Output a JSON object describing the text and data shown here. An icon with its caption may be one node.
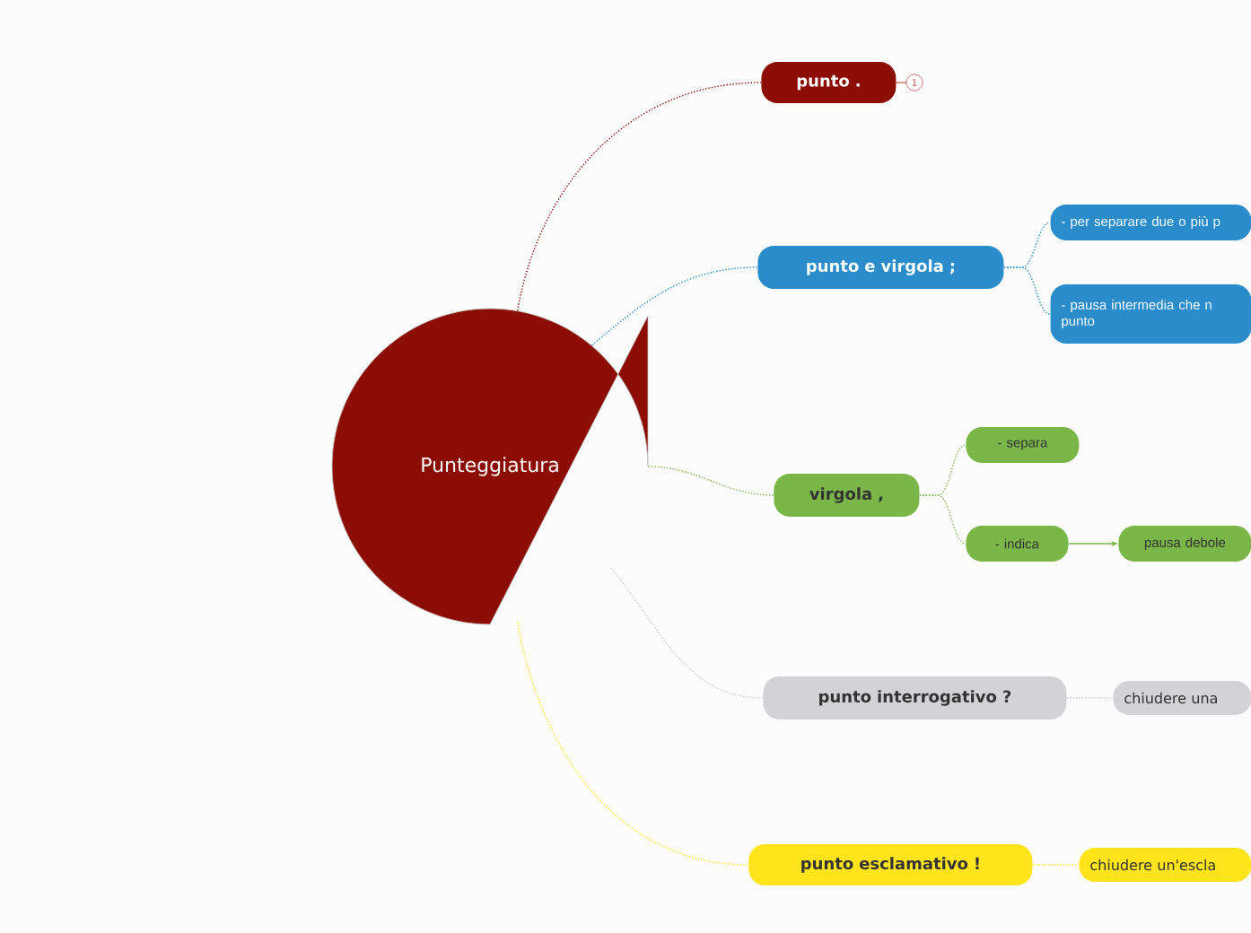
{
  "diagram": {
    "nodes": [
      {
        "text": [
          "Punteggiatura"
        ]
      },
      {
        "text": [
          "punto ."
        ]
      },
      {
        "text": [
          "punto e virgola ;"
        ]
      },
      {
        "text": [
          "- per separare due o più p"
        ]
      },
      {
        "text": [
          "- pausa intermedia che n punto"
        ]
      },
      {
        "text": [
          "virgola ,"
        ]
      },
      {
        "text": [
          "- separa"
        ]
      },
      {
        "text": [
          "- indica"
        ]
      },
      {
        "text": [
          "pausa debole"
        ]
      },
      {
        "text": [
          "punto interrogativo ?"
        ]
      },
      {
        "text": [
          "chiudere una"
        ]
      },
      {
        "text": [
          "punto esclamativo !"
        ]
      },
      {
        "text": [
          "chiudere un'escla"
        ]
      }
    ],
    "edges": [
      {
        "from": 0,
        "to": 1,
        "arrow": "none",
        "style": "dashed",
        "color": "#8b0d03"
      },
      {
        "from": 0,
        "to": 2,
        "arrow": "none",
        "style": "dashed",
        "color": "#2a8ccb"
      },
      {
        "from": 2,
        "to": 3,
        "arrow": "none",
        "style": "dashed",
        "color": "#2a8ccb"
      },
      {
        "from": 2,
        "to": 4,
        "arrow": "none",
        "style": "dashed",
        "color": "#2a8ccb"
      },
      {
        "from": 0,
        "to": 5,
        "arrow": "none",
        "style": "dashed",
        "color": "#7ab648"
      },
      {
        "from": 5,
        "to": 6,
        "arrow": "none",
        "style": "dashed",
        "color": "#7ab648"
      },
      {
        "from": 5,
        "to": 7,
        "arrow": "none",
        "style": "dashed",
        "color": "#7ab648"
      },
      {
        "from": 7,
        "to": 8,
        "arrow": "to",
        "color": "#7ab648"
      },
      {
        "from": 0,
        "to": 9,
        "arrow": "none",
        "style": "dashed",
        "color": "#c8c8c8"
      },
      {
        "from": 9,
        "to": 10,
        "arrow": "none",
        "style": "dashed",
        "color": "#c8c8c8"
      },
      {
        "from": 0,
        "to": 11,
        "arrow": "none",
        "style": "dashed",
        "color": "#ffe41c"
      },
      {
        "from": 11,
        "to": 12,
        "arrow": "none",
        "style": "dashed",
        "color": "#ffe41c"
      }
    ],
    "labels": [
      "1"
    ]
  }
}
